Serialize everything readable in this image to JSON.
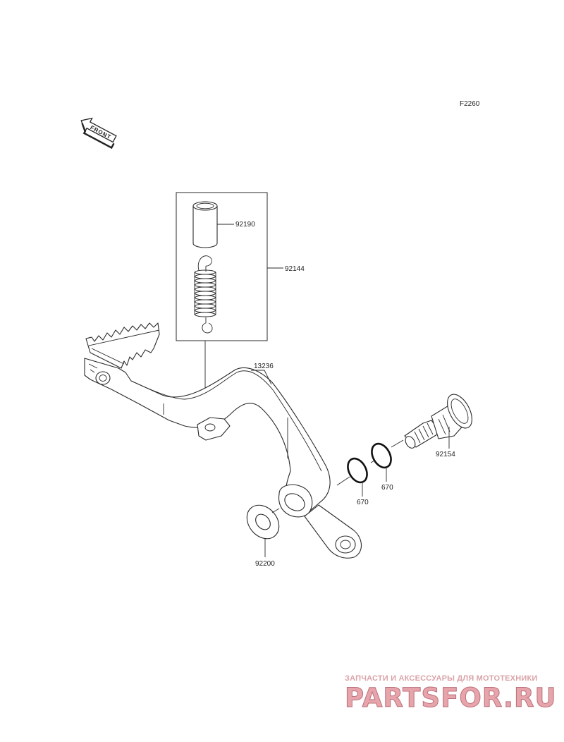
{
  "figure": {
    "code": "F2260"
  },
  "front_arrow": {
    "label": "FRONT"
  },
  "parts": [
    {
      "number": "92190"
    },
    {
      "number": "92144"
    },
    {
      "number": "13236"
    },
    {
      "number": "92154"
    },
    {
      "number": "670"
    },
    {
      "number": "670"
    },
    {
      "number": "92200"
    }
  ],
  "watermark": {
    "tagline": "ЗАПЧАСТИ И АКСЕССУАРЫ ДЛЯ МОТОТЕХНИКИ",
    "brand": "PARTSFOR.RU",
    "colors": {
      "fill": "#e8a4ab",
      "outline": "#b8707a",
      "tagline": "#d9a3a8"
    }
  }
}
